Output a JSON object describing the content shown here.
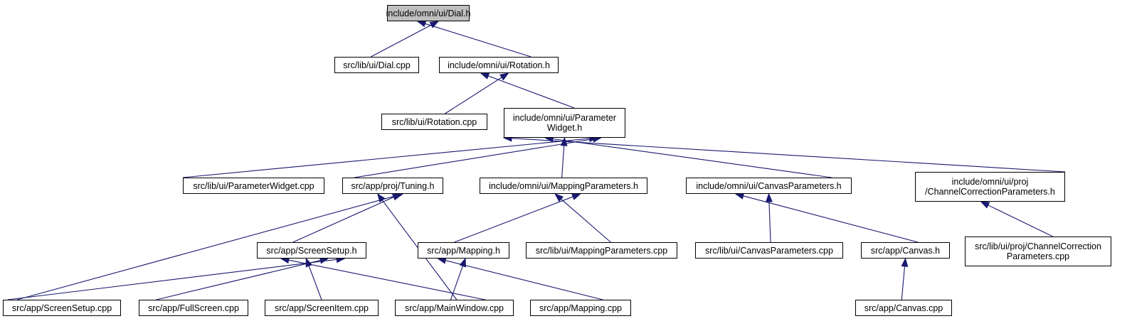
{
  "graph": {
    "nodes": [
      {
        "id": "dial_h",
        "label": "include/omni/ui/Dial.h",
        "root": true
      },
      {
        "id": "dial_cpp",
        "label": "src/lib/ui/Dial.cpp"
      },
      {
        "id": "rotation_h",
        "label": "include/omni/ui/Rotation.h"
      },
      {
        "id": "rotation_cpp",
        "label": "src/lib/ui/Rotation.cpp"
      },
      {
        "id": "paramwidget_h",
        "label": "include/omni/ui/Parameter\nWidget.h"
      },
      {
        "id": "paramwidget_cpp",
        "label": "src/lib/ui/ParameterWidget.cpp"
      },
      {
        "id": "tuning_h",
        "label": "src/app/proj/Tuning.h"
      },
      {
        "id": "mappingparams_h",
        "label": "include/omni/ui/MappingParameters.h"
      },
      {
        "id": "canvasparams_h",
        "label": "include/omni/ui/CanvasParameters.h"
      },
      {
        "id": "chancorr_h",
        "label": "include/omni/ui/proj\n/ChannelCorrectionParameters.h"
      },
      {
        "id": "screensetup_h",
        "label": "src/app/ScreenSetup.h"
      },
      {
        "id": "mapping_h",
        "label": "src/app/Mapping.h"
      },
      {
        "id": "mappingparams_cpp",
        "label": "src/lib/ui/MappingParameters.cpp"
      },
      {
        "id": "canvasparams_cpp",
        "label": "src/lib/ui/CanvasParameters.cpp"
      },
      {
        "id": "canvas_h",
        "label": "src/app/Canvas.h"
      },
      {
        "id": "chancorr_cpp",
        "label": "src/lib/ui/proj/ChannelCorrection\nParameters.cpp"
      },
      {
        "id": "screensetup_cpp",
        "label": "src/app/ScreenSetup.cpp"
      },
      {
        "id": "fullscreen_cpp",
        "label": "src/app/FullScreen.cpp"
      },
      {
        "id": "screenitem_cpp",
        "label": "src/app/ScreenItem.cpp"
      },
      {
        "id": "mainwindow_cpp",
        "label": "src/app/MainWindow.cpp"
      },
      {
        "id": "mapping_cpp",
        "label": "src/app/Mapping.cpp"
      },
      {
        "id": "canvas_cpp",
        "label": "src/app/Canvas.cpp"
      }
    ],
    "edges": [
      {
        "from": "dial_cpp",
        "to": "dial_h"
      },
      {
        "from": "rotation_h",
        "to": "dial_h"
      },
      {
        "from": "rotation_cpp",
        "to": "rotation_h"
      },
      {
        "from": "paramwidget_h",
        "to": "rotation_h"
      },
      {
        "from": "paramwidget_cpp",
        "to": "paramwidget_h"
      },
      {
        "from": "tuning_h",
        "to": "paramwidget_h"
      },
      {
        "from": "mappingparams_h",
        "to": "paramwidget_h"
      },
      {
        "from": "canvasparams_h",
        "to": "paramwidget_h"
      },
      {
        "from": "chancorr_h",
        "to": "paramwidget_h"
      },
      {
        "from": "screensetup_cpp",
        "to": "tuning_h"
      },
      {
        "from": "screensetup_h",
        "to": "tuning_h"
      },
      {
        "from": "mainwindow_cpp",
        "to": "tuning_h"
      },
      {
        "from": "mapping_h",
        "to": "mappingparams_h"
      },
      {
        "from": "mappingparams_cpp",
        "to": "mappingparams_h"
      },
      {
        "from": "canvasparams_cpp",
        "to": "canvasparams_h"
      },
      {
        "from": "canvas_h",
        "to": "canvasparams_h"
      },
      {
        "from": "chancorr_cpp",
        "to": "chancorr_h"
      },
      {
        "from": "screensetup_cpp",
        "to": "screensetup_h"
      },
      {
        "from": "fullscreen_cpp",
        "to": "screensetup_h"
      },
      {
        "from": "screenitem_cpp",
        "to": "screensetup_h"
      },
      {
        "from": "mainwindow_cpp",
        "to": "screensetup_h"
      },
      {
        "from": "mainwindow_cpp",
        "to": "mapping_h"
      },
      {
        "from": "mapping_cpp",
        "to": "mapping_h"
      },
      {
        "from": "canvas_cpp",
        "to": "canvas_h"
      }
    ],
    "colors": {
      "edge": "#191970",
      "root_fill": "#bfbfbf",
      "node_fill": "#ffffff",
      "node_border": "#000000"
    }
  }
}
